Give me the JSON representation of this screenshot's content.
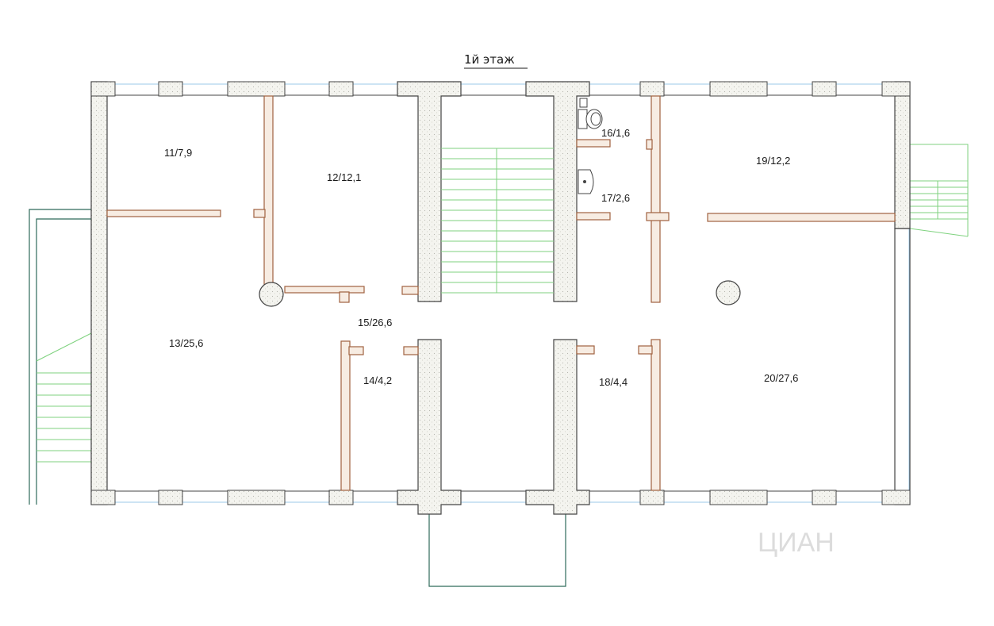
{
  "plan": {
    "title": "1й этаж",
    "watermark": "ЦИАН",
    "rooms": [
      {
        "id": "room-11",
        "label": "11/7,9"
      },
      {
        "id": "room-12",
        "label": "12/12,1"
      },
      {
        "id": "room-13",
        "label": "13/25,6"
      },
      {
        "id": "room-14",
        "label": "14/4,2"
      },
      {
        "id": "room-15",
        "label": "15/26,6"
      },
      {
        "id": "room-16",
        "label": "16/1,6"
      },
      {
        "id": "room-17",
        "label": "17/2,6"
      },
      {
        "id": "room-18",
        "label": "18/4,4"
      },
      {
        "id": "room-19",
        "label": "19/12,2"
      },
      {
        "id": "room-20",
        "label": "20/27,6"
      }
    ]
  }
}
